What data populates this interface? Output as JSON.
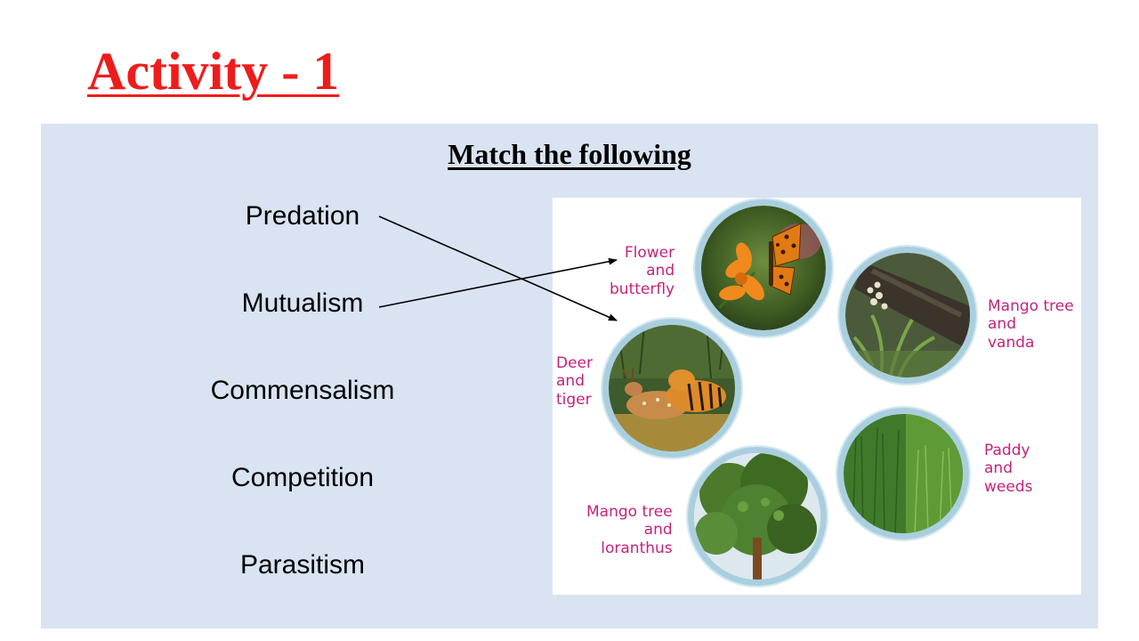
{
  "title": "Activity - 1",
  "heading": "Match the following",
  "terms": [
    "Predation",
    "Mutualism",
    "Commensalism",
    "Competition",
    "Parasitism"
  ],
  "pairs": {
    "flower_butterfly": [
      "Flower",
      "and",
      "butterfly"
    ],
    "mango_vanda": [
      "Mango tree",
      "and",
      "vanda"
    ],
    "deer_tiger": [
      "Deer",
      "and",
      "tiger"
    ],
    "paddy_weeds": [
      "Paddy",
      "and",
      "weeds"
    ],
    "mango_loranthus": [
      "Mango tree",
      "and",
      "loranthus"
    ]
  },
  "colors": {
    "title": "#ee1c1c",
    "panel": "#d9e3f2",
    "pair_label": "#c4237b",
    "ring": "#a9cfdf"
  }
}
